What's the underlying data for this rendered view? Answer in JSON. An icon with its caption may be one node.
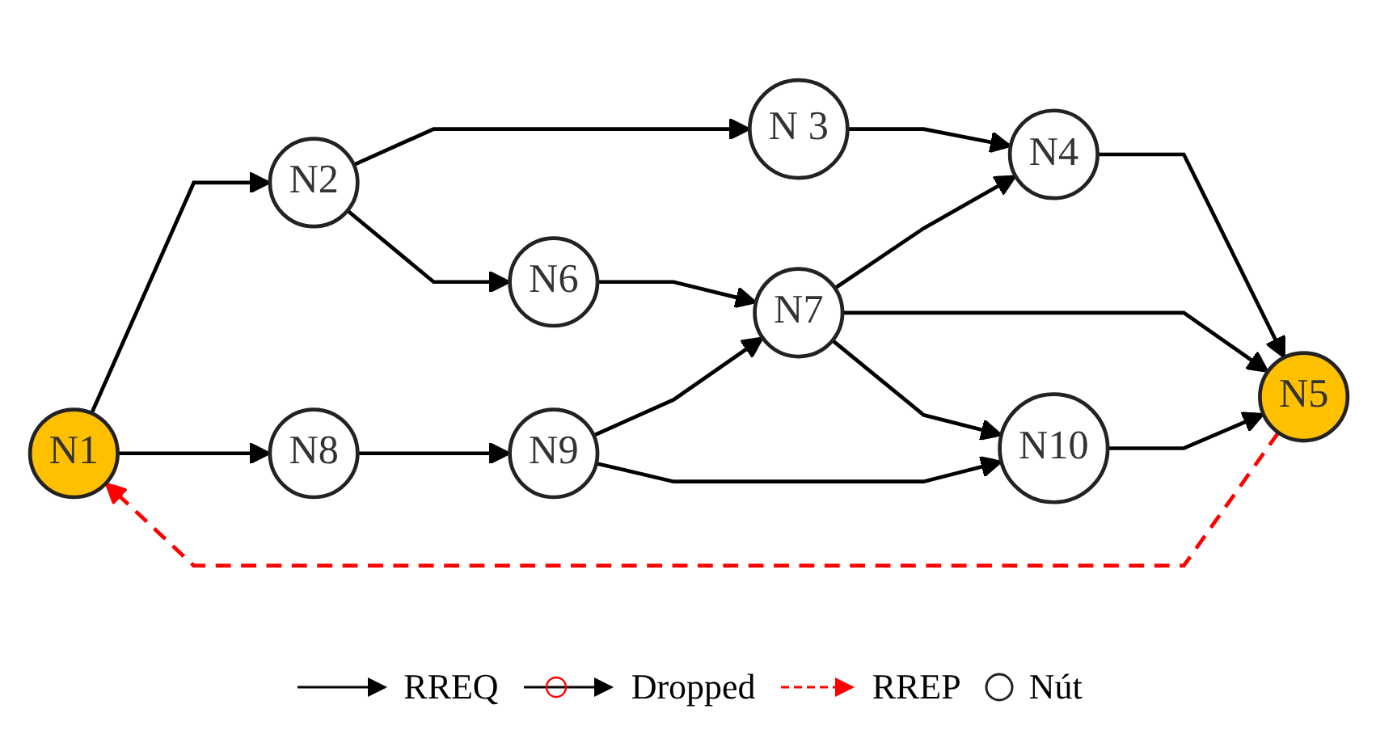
{
  "diagram": {
    "nodes": [
      {
        "text": [
          "N1"
        ]
      },
      {
        "text": [
          "N2"
        ]
      },
      {
        "text": [
          "N 3"
        ]
      },
      {
        "text": [
          "N4"
        ]
      },
      {
        "text": [
          "N5"
        ]
      },
      {
        "text": [
          "N6"
        ]
      },
      {
        "text": [
          "N7"
        ]
      },
      {
        "text": [
          "N8"
        ]
      },
      {
        "text": [
          "N9"
        ]
      },
      {
        "text": [
          "N10"
        ]
      }
    ],
    "edges": [
      {
        "from": 0,
        "to": 1,
        "arrow": "to"
      },
      {
        "from": 0,
        "to": 7,
        "arrow": "to"
      },
      {
        "from": 1,
        "to": 2,
        "arrow": "to"
      },
      {
        "from": 1,
        "to": 5,
        "arrow": "to"
      },
      {
        "from": 2,
        "to": 3,
        "arrow": "to"
      },
      {
        "from": 3,
        "to": 4,
        "arrow": "to"
      },
      {
        "from": 5,
        "to": 6,
        "arrow": "to"
      },
      {
        "from": 6,
        "to": 3,
        "arrow": "to"
      },
      {
        "from": 6,
        "to": 4,
        "arrow": "to"
      },
      {
        "from": 6,
        "to": 9,
        "arrow": "to"
      },
      {
        "from": 7,
        "to": 8,
        "arrow": "to"
      },
      {
        "from": 8,
        "to": 6,
        "arrow": "to"
      },
      {
        "from": 8,
        "to": 9,
        "arrow": "to"
      },
      {
        "from": 9,
        "to": 4,
        "arrow": "to"
      },
      {
        "from": 4,
        "to": 0,
        "arrow": "to",
        "style": "dashed",
        "color": "#ff0000"
      }
    ],
    "legend": [
      {
        "text": "RREQ"
      },
      {
        "text": "Dropped"
      },
      {
        "text": "RREP"
      },
      {
        "text": "Nút"
      }
    ]
  }
}
